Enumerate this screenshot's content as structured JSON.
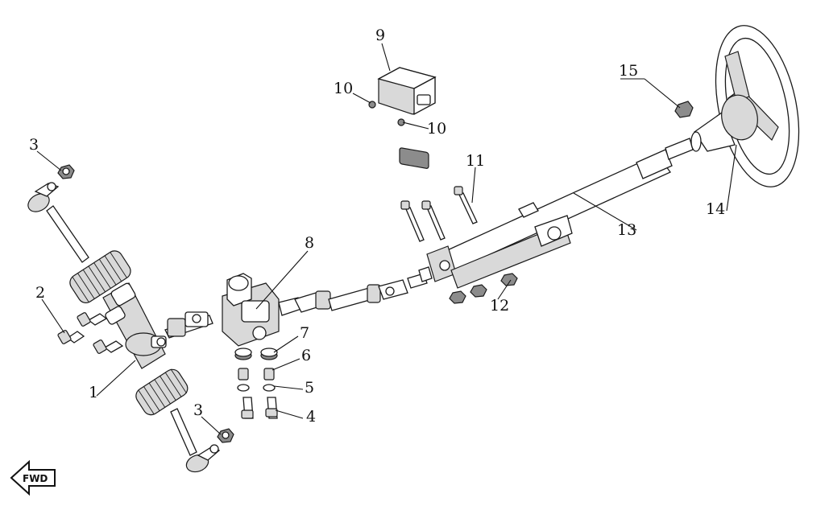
{
  "callouts": {
    "c1": "1",
    "c2": "2",
    "c3a": "3",
    "c3b": "3",
    "c4": "4",
    "c5": "5",
    "c6": "6",
    "c7": "7",
    "c8": "8",
    "c9": "9",
    "c10a": "10",
    "c10b": "10",
    "c11": "11",
    "c12": "12",
    "c13": "13",
    "c14": "14",
    "c15": "15"
  },
  "direction_indicator": {
    "label": "FWD",
    "icon": "left-arrow-icon"
  }
}
